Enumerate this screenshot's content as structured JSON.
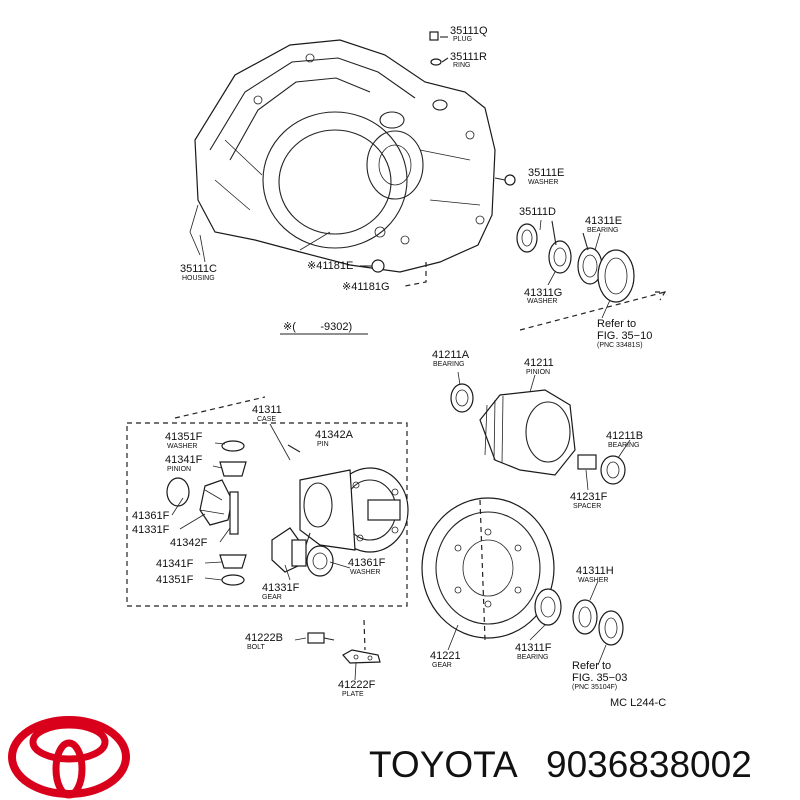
{
  "brand": {
    "name": "TOYOTA",
    "part_number": "9036838002",
    "logo_color": "#d9001b"
  },
  "diagram": {
    "code": "MC L244-C",
    "note": "※(        -9302)",
    "callouts": [
      {
        "id": "35111q",
        "num": "35111Q",
        "name": "PLUG"
      },
      {
        "id": "35111r",
        "num": "35111R",
        "name": "RING"
      },
      {
        "id": "35111e",
        "num": "35111E",
        "name": "WASHER"
      },
      {
        "id": "35111d",
        "num": "35111D",
        "name": ""
      },
      {
        "id": "41311e",
        "num": "41311E",
        "name": "BEARING"
      },
      {
        "id": "41311g",
        "num": "41311G",
        "name": "WASHER"
      },
      {
        "id": "35111c",
        "num": "35111C",
        "name": "HOUSING"
      },
      {
        "id": "41181e",
        "num": "※41181E",
        "name": ""
      },
      {
        "id": "41181g",
        "num": "※41181G",
        "name": ""
      },
      {
        "id": "41211a",
        "num": "41211A",
        "name": "BEARING"
      },
      {
        "id": "41211",
        "num": "41211",
        "name": "PINION"
      },
      {
        "id": "41211b",
        "num": "41211B",
        "name": "BEARING"
      },
      {
        "id": "41231f",
        "num": "41231F",
        "name": "SPACER"
      },
      {
        "id": "41311",
        "num": "41311",
        "name": "CASE"
      },
      {
        "id": "41342a",
        "num": "41342A",
        "name": "PIN"
      },
      {
        "id": "41351f-top",
        "num": "41351F",
        "name": "WASHER"
      },
      {
        "id": "41341f-top",
        "num": "41341F",
        "name": "PINION"
      },
      {
        "id": "41361f-left",
        "num": "41361F",
        "name": ""
      },
      {
        "id": "41331f-left",
        "num": "41331F",
        "name": ""
      },
      {
        "id": "41342f",
        "num": "41342F",
        "name": ""
      },
      {
        "id": "41341f-bot",
        "num": "41341F",
        "name": ""
      },
      {
        "id": "41351f-bot",
        "num": "41351F",
        "name": ""
      },
      {
        "id": "41331f-bot",
        "num": "41331F",
        "name": "GEAR"
      },
      {
        "id": "41361f-right",
        "num": "41361F",
        "name": "WASHER"
      },
      {
        "id": "41222b",
        "num": "41222B",
        "name": "BOLT"
      },
      {
        "id": "41222f",
        "num": "41222F",
        "name": "PLATE"
      },
      {
        "id": "41221",
        "num": "41221",
        "name": "GEAR"
      },
      {
        "id": "41311h",
        "num": "41311H",
        "name": "WASHER"
      },
      {
        "id": "41311f",
        "num": "41311F",
        "name": "BEARING"
      }
    ],
    "refs": [
      {
        "id": "ref-35-10",
        "line1": "Refer to",
        "line2": "FIG. 35−10",
        "line3": "(PNC 33481S)"
      },
      {
        "id": "ref-35-03",
        "line1": "Refer to",
        "line2": "FIG. 35−03",
        "line3": "(PNC 35104F)"
      }
    ]
  }
}
